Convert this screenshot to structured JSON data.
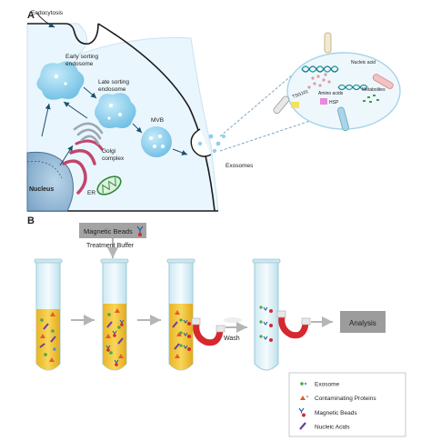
{
  "panel_a": {
    "letter": "A",
    "labels": {
      "endocytosis": "Endocytosis",
      "early_endosome_1": "Early sorting",
      "early_endosome_2": "endosome",
      "late_endosome_1": "Late sorting",
      "late_endosome_2": "endosome",
      "mvb": "MVB",
      "golgi_1": "Golgi",
      "golgi_2": "complex",
      "nucleus": "Nucleus",
      "er": "ER",
      "exosomes": "Exosomes"
    },
    "inset": {
      "nucleic_acid": "Nucleic acid",
      "amino_acids": "Amino acids",
      "tsg101": "TSG101",
      "metabolites": "Metabolites",
      "hsp": "HSP"
    }
  },
  "panel_b": {
    "letter": "B",
    "magnetic_beads_box": "Magnetic Beads",
    "treatment_buffer": "Treatment Buffer",
    "wash": "Wash",
    "analysis": "Analysis",
    "legend": [
      {
        "label": "Exosome",
        "icon": "exosome-dot-icon"
      },
      {
        "label": "Contaminating Proteins",
        "icon": "protein-icon"
      },
      {
        "label": "Magnetic Beads",
        "icon": "magnetic-bead-icon"
      },
      {
        "label": "Nucleic Acids",
        "icon": "nucleic-acid-icon"
      }
    ]
  },
  "colors": {
    "cell_fill": "#eaf6fd",
    "endosome": "#8fd0ee",
    "er_golgi": "#c2456a",
    "mito": "#2c8a3a",
    "liquid": "#f3c63a",
    "tube_glass": "#dff2f8",
    "magnet_red": "#d7282f",
    "analysis_box": "#9c9c9c"
  }
}
